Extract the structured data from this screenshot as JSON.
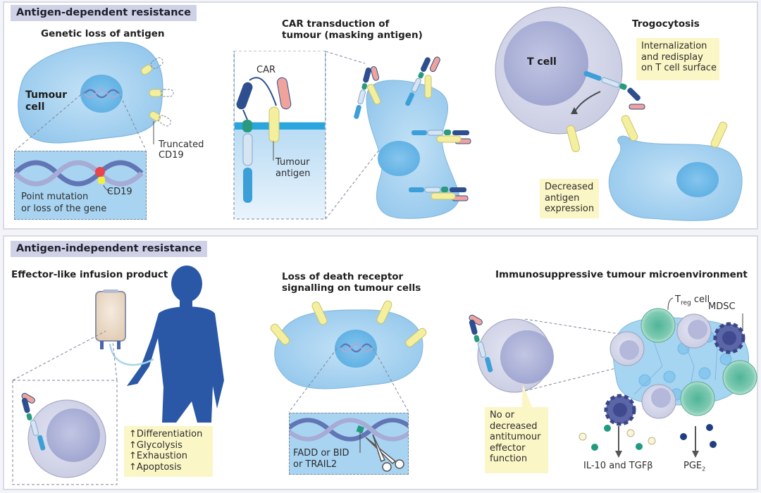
{
  "sections": {
    "top": {
      "label": "Antigen-dependent resistance"
    },
    "bottom": {
      "label": "Antigen-independent resistance"
    }
  },
  "genetic_loss": {
    "title": "Genetic loss of antigen",
    "cell_label_1": "Tumour",
    "cell_label_2": "cell",
    "truncated_1": "Truncated",
    "truncated_2": "CD19",
    "box_line_1": "Point mutation",
    "box_line_2": "or loss of the gene",
    "cd19": "CD19"
  },
  "car_transduction": {
    "title_1": "CAR transduction of",
    "title_2": "tumour (masking antigen)",
    "car_label": "CAR",
    "antigen_1": "Tumour",
    "antigen_2": "antigen"
  },
  "trogocytosis": {
    "title": "Trogocytosis",
    "tcell_label": "T cell",
    "note_top": [
      "Internalization",
      "and redisplay",
      "on T cell surface"
    ],
    "note_bottom": [
      "Decreased",
      "antigen",
      "expression"
    ]
  },
  "effector_like": {
    "title": "Effector-like infusion product",
    "list": [
      "Differentiation",
      "Glycolysis",
      "Exhaustion",
      "Apoptosis"
    ],
    "arrow_glyph": "↑"
  },
  "death_receptor": {
    "title_1": "Loss of death receptor",
    "title_2": "signalling on tumour cells",
    "box_line_1": "FADD or BID",
    "box_line_2": "or TRAIL2"
  },
  "immunosuppressive": {
    "title": "Immunosuppressive tumour microenvironment",
    "treg_main": "T",
    "treg_sub": "reg",
    "treg_suffix": " cell",
    "mdsc": "MDSC",
    "note": [
      "No or",
      "decreased",
      "antitumour",
      "effector",
      "function"
    ],
    "cytokines_1": "IL-10 and TGFβ",
    "cytokines_2_main": "PGE",
    "cytokines_2_sub": "2"
  },
  "colors": {
    "cell_fill": "#a9d4f0",
    "nucleus_fill": "#6fb8e6",
    "tcell_fill": "#d5d7ea",
    "antigen_yellow": "#f4ef9e",
    "car_navy": "#2d4f8f",
    "car_pink": "#f0a39a",
    "car_green": "#2a9a7e",
    "note_bg": "#fbf6c6",
    "human_blue": "#2a58a6"
  }
}
